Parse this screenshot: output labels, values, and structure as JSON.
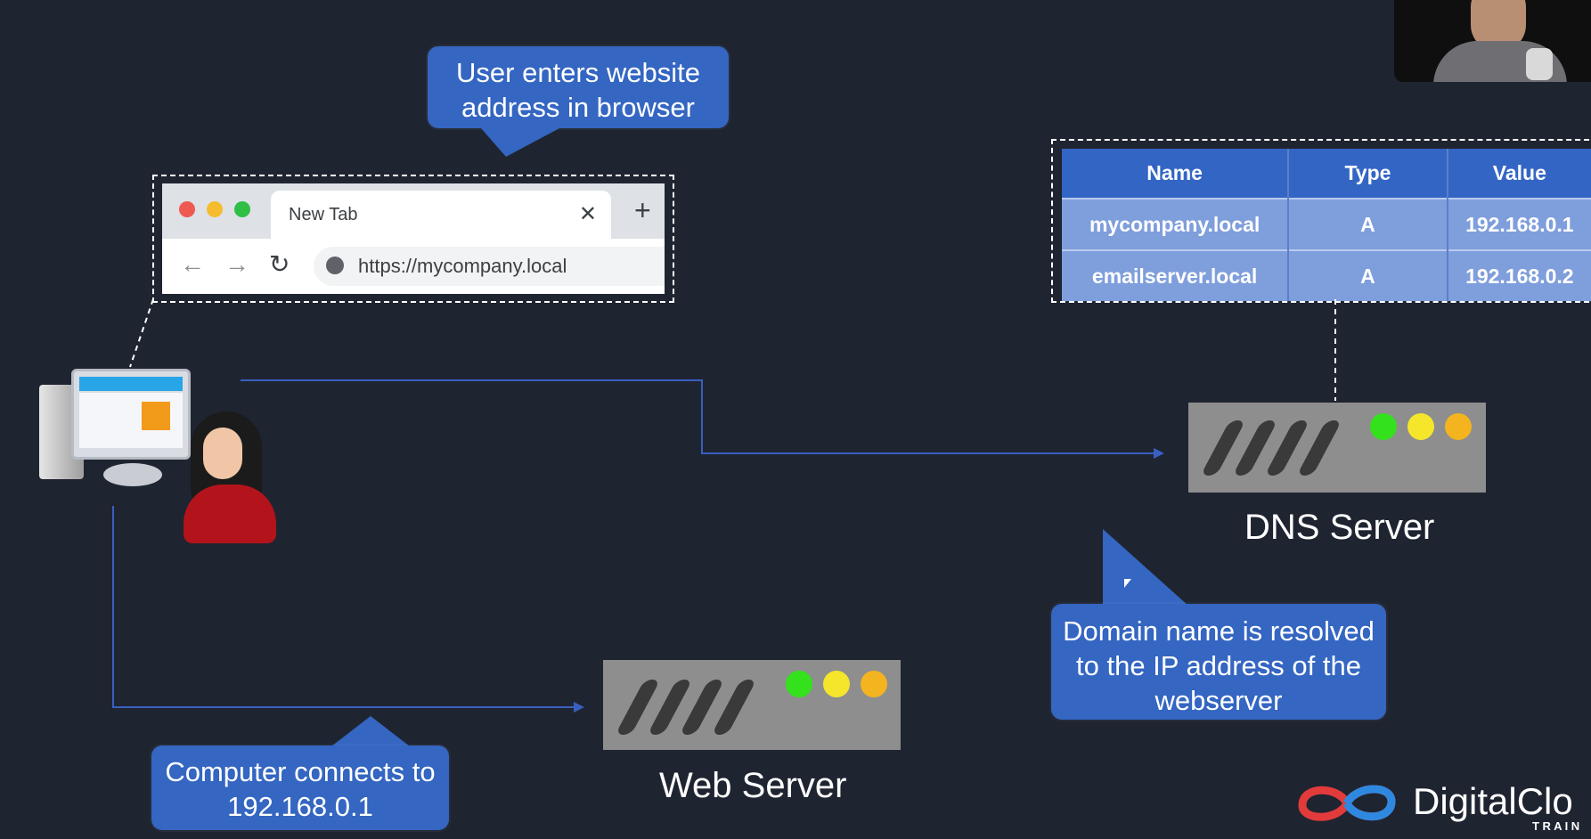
{
  "callouts": {
    "user_enters": "User enters website address in browser",
    "resolved": "Domain name is resolved to the IP address of the webserver",
    "connects": "Computer connects to 192.168.0.1"
  },
  "browser": {
    "tab_title": "New Tab",
    "tab_close": "✕",
    "new_tab": "+",
    "back": "←",
    "forward": "→",
    "reload": "↻",
    "url": "https://mycompany.local"
  },
  "dns_table": {
    "headers": [
      "Name",
      "Type",
      "Value"
    ],
    "rows": [
      [
        "mycompany.local",
        "A",
        "192.168.0.1"
      ],
      [
        "emailserver.local",
        "A",
        "192.168.0.2"
      ]
    ]
  },
  "servers": {
    "dns_label": "DNS Server",
    "web_label": "Web Server"
  },
  "logo": {
    "text": "DigitalClo",
    "sub": "T R A I N"
  },
  "colors": {
    "background": "#1f2431",
    "callout": "#3466c2",
    "led_green": "#33e21c",
    "led_yellow": "#f5e62b",
    "led_orange": "#f3b41f"
  }
}
